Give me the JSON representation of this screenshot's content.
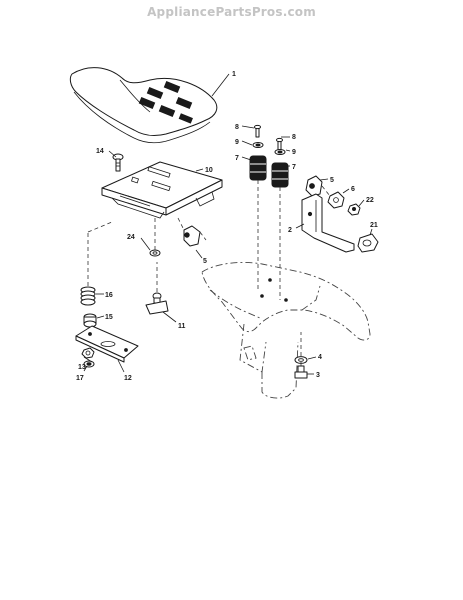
{
  "watermark": "AppliancePartsPros.com",
  "callouts": [
    {
      "id": "c1",
      "label": "1"
    },
    {
      "id": "c2",
      "label": "2"
    },
    {
      "id": "c3",
      "label": "3"
    },
    {
      "id": "c4",
      "label": "4"
    },
    {
      "id": "c5a",
      "label": "5"
    },
    {
      "id": "c5b",
      "label": "5"
    },
    {
      "id": "c6",
      "label": "6"
    },
    {
      "id": "c7a",
      "label": "7"
    },
    {
      "id": "c7b",
      "label": "7"
    },
    {
      "id": "c8a",
      "label": "8"
    },
    {
      "id": "c8b",
      "label": "8"
    },
    {
      "id": "c9a",
      "label": "9"
    },
    {
      "id": "c9b",
      "label": "9"
    },
    {
      "id": "c10",
      "label": "10"
    },
    {
      "id": "c11",
      "label": "11"
    },
    {
      "id": "c12",
      "label": "12"
    },
    {
      "id": "c13",
      "label": "13"
    },
    {
      "id": "c14",
      "label": "14"
    },
    {
      "id": "c15",
      "label": "15"
    },
    {
      "id": "c16",
      "label": "16"
    },
    {
      "id": "c17",
      "label": "17"
    },
    {
      "id": "c21",
      "label": "21"
    },
    {
      "id": "c22",
      "label": "22"
    },
    {
      "id": "c24",
      "label": "24"
    }
  ]
}
